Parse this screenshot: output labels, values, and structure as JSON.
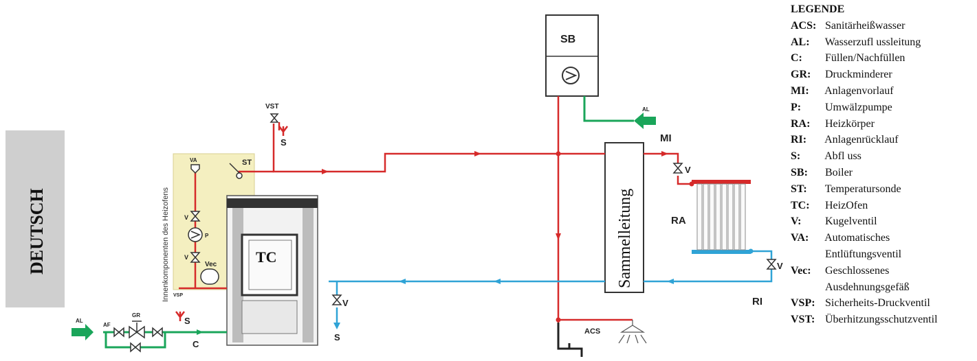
{
  "side_label": "DEUTSCH",
  "labels": {
    "sb": "SB",
    "tc": "TC",
    "sammel": "Sammelleitung",
    "ra": "RA",
    "mi": "MI",
    "ri": "RI",
    "acs": "ACS",
    "al_top": "AL",
    "al_bottom": "AL",
    "af": "AF",
    "gr": "GR",
    "c": "C",
    "vst": "VST",
    "s_vst": "S",
    "s_vsp": "S",
    "s_blue": "S",
    "va": "VA",
    "st": "ST",
    "v_upper": "V",
    "v_lower": "V",
    "p": "P",
    "vec": "Vec",
    "vsp": "VSP",
    "v_mi": "V",
    "v_ri": "V",
    "v_blue": "V",
    "inner_components": "Innenkomponenten des Heizofens"
  },
  "legend": {
    "title": "LEGENDE",
    "items": [
      {
        "code": "ACS:",
        "text": "Sanitärheißwasser"
      },
      {
        "code": "AL:",
        "text": "Wasserzufl ussleitung"
      },
      {
        "code": "C:",
        "text": "Füllen/Nachfüllen"
      },
      {
        "code": "GR:",
        "text": "Druckminderer"
      },
      {
        "code": "MI:",
        "text": "Anlagenvorlauf"
      },
      {
        "code": "P:",
        "text": "Umwälzpumpe"
      },
      {
        "code": "RA:",
        "text": "Heizkörper"
      },
      {
        "code": "RI:",
        "text": "Anlagenrücklauf"
      },
      {
        "code": "S:",
        "text": "Abfl uss"
      },
      {
        "code": "SB:",
        "text": "Boiler"
      },
      {
        "code": "ST:",
        "text": "Temperatursonde"
      },
      {
        "code": "TC:",
        "text": "HeizOfen"
      },
      {
        "code": "V:",
        "text": "Kugelventil"
      },
      {
        "code": "VA:",
        "text": "Automatisches",
        "cont": "Entlüftungsventil"
      },
      {
        "code": "Vec:",
        "text": "Geschlossenes",
        "cont": "Ausdehnungsgefäß"
      },
      {
        "code": "VSP:",
        "text": "Sicherheits-Druckventil"
      },
      {
        "code": "VST:",
        "text": "Überhitzungsschutzventil"
      }
    ]
  },
  "colors": {
    "hot": "#d62a2a",
    "cold": "#2fa3d6",
    "supply": "#1aa55a",
    "panel": "#f4efc0",
    "side_box": "#cfcfcf"
  }
}
